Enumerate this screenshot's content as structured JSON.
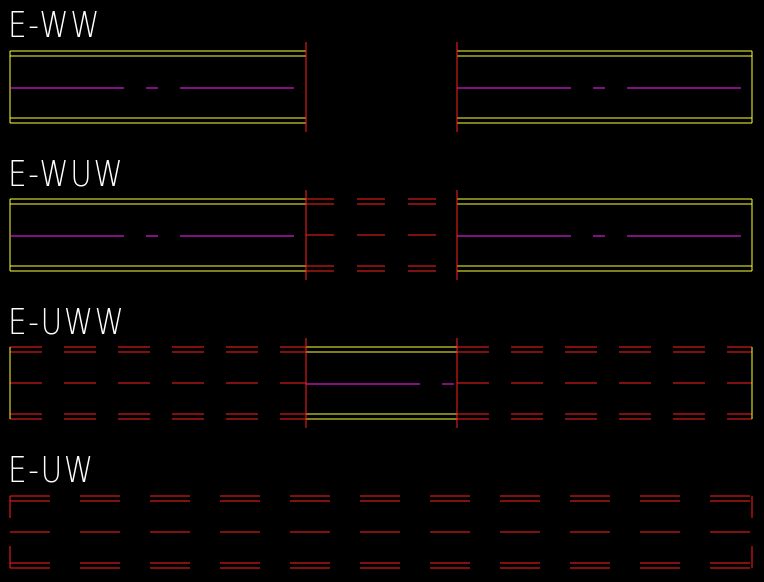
{
  "canvas": {
    "background": "#000000"
  },
  "colors": {
    "yellow": "#ffff33",
    "red": "#ff2020",
    "magenta": "#ff22ff",
    "white": "#ffffff"
  },
  "sections": [
    {
      "label": "E-WW"
    },
    {
      "label": "E-WUW"
    },
    {
      "label": "E-UWW"
    },
    {
      "label": "E-UW"
    }
  ]
}
